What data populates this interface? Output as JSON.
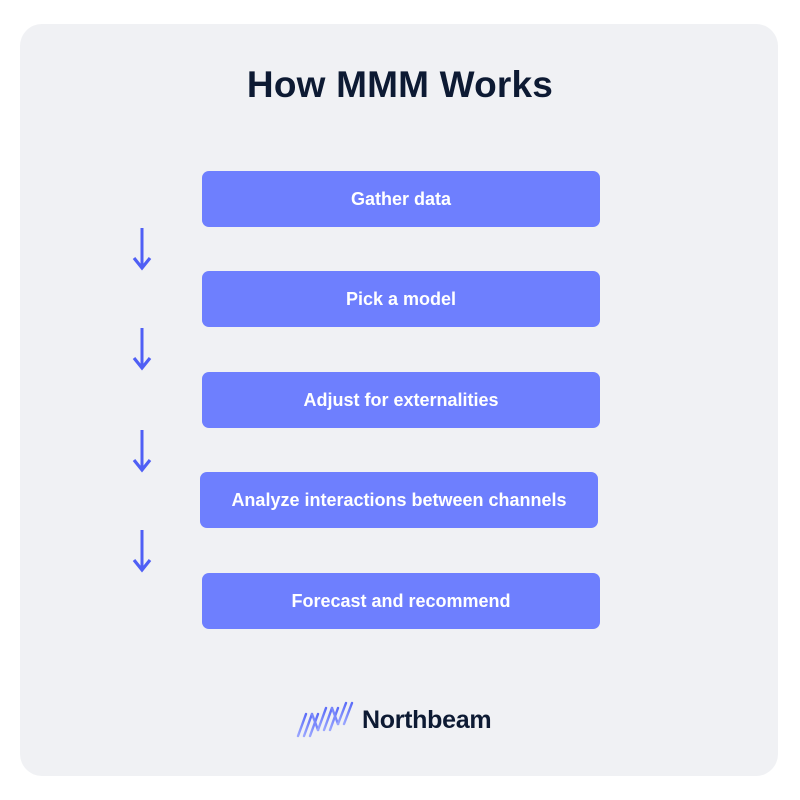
{
  "title": "How MMM Works",
  "steps": [
    {
      "label": "Gather data"
    },
    {
      "label": "Pick a model"
    },
    {
      "label": "Adjust for externalities"
    },
    {
      "label": "Analyze interactions between channels"
    },
    {
      "label": "Forecast and recommend"
    }
  ],
  "brand": {
    "name": "Northbeam",
    "icon": "northbeam-logo-icon"
  },
  "colors": {
    "step_fill": "#6e7ffe",
    "arrow": "#4f5ff5",
    "title": "#0d1a33",
    "panel": "#f0f1f4"
  }
}
